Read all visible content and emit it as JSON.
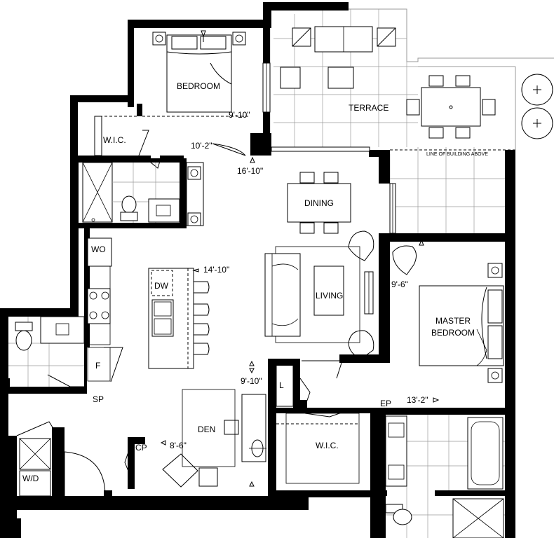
{
  "rooms": {
    "bedroom": "BEDROOM",
    "terrace": "TERRACE",
    "wic_top": "W.I.C.",
    "dining": "DINING",
    "wo": "WO",
    "dw": "DW",
    "living": "LIVING",
    "master_line1": "MASTER",
    "master_line2": "BEDROOM",
    "fridge": "F",
    "linen": "L",
    "sp": "SP",
    "ep": "EP",
    "den": "DEN",
    "cp": "CP",
    "wic_bottom": "W.I.C.",
    "wd": "W/D"
  },
  "dimensions": {
    "bedroom": "9'-10\"",
    "bedroom_width": "10'-2\"",
    "dining": "16'-10\"",
    "kitchen": "14'-10\"",
    "living": "9'-6\"",
    "den_depth": "9'-10\"",
    "den": "8'-6\"",
    "master": "13'-2\""
  },
  "notes": {
    "building_above": "LINE OF BUILDING ABOVE"
  }
}
